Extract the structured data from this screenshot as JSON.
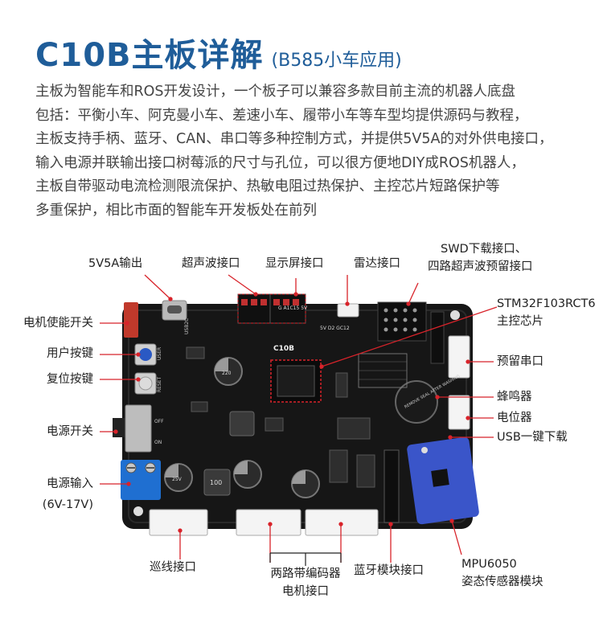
{
  "title": {
    "main": "C10B主板详解",
    "sub": "(B585小车应用)"
  },
  "description": [
    "主板为智能车和ROS开发设计，一个板子可以兼容多款目前主流的机器人底盘",
    "包括：平衡小车、阿克曼小车、差速小车、履带小车等车型均提供源码与教程，",
    "主板支持手柄、蓝牙、CAN、串口等多种控制方式，并提供5V5A的对外供电接口，",
    "输入电源并联输出接口树莓派的尺寸与孔位，可以很方便地DIY成ROS机器人，",
    "主板自带驱动电流检测限流保护、热敏电阻过热保护、主控芯片短路保护等",
    "多重保护，相比市面的智能车开发板处在前列"
  ],
  "labels": {
    "out_5v5a": "5V5A输出",
    "ultrasonic": "超声波接口",
    "display": "显示屏接口",
    "radar": "雷达接口",
    "swd_line1": "SWD下载接口、",
    "swd_line2": "四路超声波预留接口",
    "mcu_line1": "STM32F103RCT6",
    "mcu_line2": "主控芯片",
    "motor_enable": "电机使能开关",
    "user_key": "用户按键",
    "reset_key": "复位按键",
    "power_switch": "电源开关",
    "power_input_line1": "电源输入",
    "power_input_line2": "(6V-17V)",
    "reserved_uart": "预留串口",
    "buzzer": "蜂鸣器",
    "potentiometer": "电位器",
    "usb_download": "USB一键下载",
    "line_patrol": "巡线接口",
    "encoder_line1": "两路带编码器",
    "encoder_line2": "电机接口",
    "bt_module": "蓝牙模块接口",
    "mpu_line1": "MPU6050",
    "mpu_line2": "姿态传感器模块"
  },
  "board_silkscreen": {
    "board_name": "C10B",
    "usb_text": "USB2C",
    "display_pins": "G A1C15 5V",
    "radar_pins": "5V D2 GC12",
    "cap_220": "220",
    "cap_25v": "25V",
    "inductor": "100",
    "buzzer_text": "REMOVE SEAL AFTER WASHING",
    "off": "OFF",
    "on": "ON",
    "user": "USER",
    "reset": "RESET"
  },
  "colors": {
    "title": "#1f5d99",
    "board": "#1a1a1a",
    "leader": "#d8232a",
    "mpu": "#3a55c9",
    "terminal": "#1f6fd1"
  }
}
